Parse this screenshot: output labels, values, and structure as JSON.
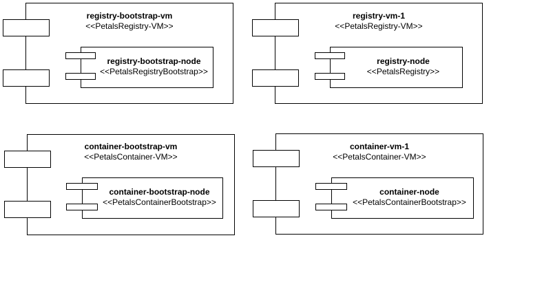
{
  "components": [
    {
      "name": "registry-bootstrap-vm",
      "stereotype": "<<PetalsRegistry-VM>>",
      "node": {
        "name": "registry-bootstrap-node",
        "stereotype": "<<PetalsRegistryBootstrap>>"
      }
    },
    {
      "name": "registry-vm-1",
      "stereotype": "<<PetalsRegistry-VM>>",
      "node": {
        "name": "registry-node",
        "stereotype": "<<PetalsRegistry>>"
      }
    },
    {
      "name": "container-bootstrap-vm",
      "stereotype": "<<PetalsContainer-VM>>",
      "node": {
        "name": "container-bootstrap-node",
        "stereotype": "<<PetalsContainerBootstrap>>"
      }
    },
    {
      "name": "container-vm-1",
      "stereotype": "<<PetalsContainer-VM>>",
      "node": {
        "name": "container-node",
        "stereotype": "<<PetalsContainerBootstrap>>"
      }
    }
  ]
}
